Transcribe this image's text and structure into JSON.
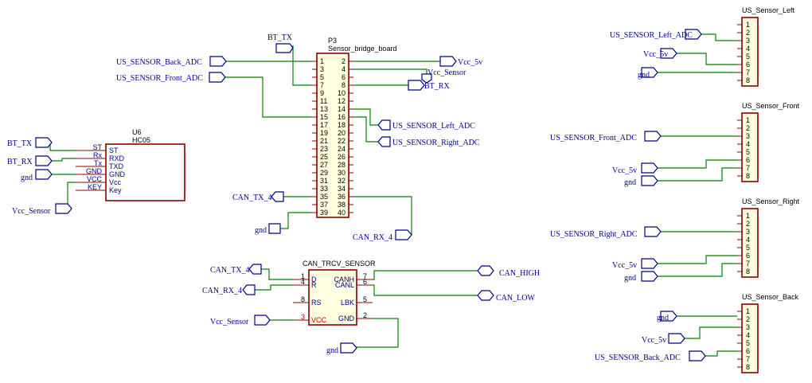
{
  "p3": {
    "ref": "P3",
    "value": "Sensor_bridge_board",
    "pins_left": [
      "1",
      "3",
      "5",
      "7",
      "9",
      "11",
      "13",
      "15",
      "17",
      "19",
      "21",
      "23",
      "25",
      "27",
      "29",
      "31",
      "33",
      "35",
      "37",
      "39"
    ],
    "pins_right": [
      "2",
      "4",
      "6",
      "8",
      "10",
      "12",
      "14",
      "16",
      "18",
      "20",
      "22",
      "24",
      "26",
      "28",
      "30",
      "32",
      "34",
      "36",
      "38",
      "40"
    ]
  },
  "u6": {
    "ref": "U6",
    "value": "HC05",
    "outer_names": [
      "ST",
      "Rx",
      "Tx",
      "GND",
      "VCC",
      "KEY"
    ],
    "inner_names": [
      "ST",
      "RXD",
      "TXD",
      "GND",
      "Vcc",
      "Key"
    ]
  },
  "can": {
    "value": "CAN_TRCV_SENSOR",
    "left_pins": [
      {
        "num": "1",
        "name": "D",
        "red": false
      },
      {
        "num": "4",
        "name": "R",
        "red": false
      },
      {
        "num": "8",
        "name": "RS",
        "red": false
      },
      {
        "num": "3",
        "name": "VCC",
        "red": true
      }
    ],
    "right_pins": [
      {
        "num": "7",
        "name": "CANH"
      },
      {
        "num": "6",
        "name": "CANL"
      },
      {
        "num": "5",
        "name": "LBK"
      },
      {
        "num": "2",
        "name": "GND"
      }
    ]
  },
  "connectors": [
    {
      "title": "US_Sensor_Left",
      "pins": [
        "1",
        "2",
        "3",
        "4",
        "5",
        "6",
        "7",
        "8"
      ]
    },
    {
      "title": "US_Sensor_Front",
      "pins": [
        "1",
        "2",
        "3",
        "4",
        "5",
        "6",
        "7",
        "8"
      ]
    },
    {
      "title": "US_Sensor_Right",
      "pins": [
        "1",
        "2",
        "3",
        "4",
        "5",
        "6",
        "7",
        "8"
      ]
    },
    {
      "title": "US_Sensor_Back",
      "pins": [
        "1",
        "2",
        "3",
        "4",
        "5",
        "6",
        "7",
        "8"
      ]
    }
  ],
  "net_labels": {
    "p3_bt_tx": "BT_TX",
    "p3_back_adc": "US_SENSOR_Back_ADC",
    "p3_front_adc": "US_SENSOR_Front_ADC",
    "p3_vcc_5v": "Vcc_5v",
    "p3_vcc_sensor": "Vcc_Sensor",
    "p3_bt_rx": "BT_RX",
    "p3_left_adc": "US_SENSOR_Left_ADC",
    "p3_right_adc": "US_SENSOR_Right_ADC",
    "p3_can_tx": "CAN_TX_4",
    "p3_gnd": "gnd",
    "p3_can_rx": "CAN_RX_4",
    "u6_bt_tx": "BT_TX",
    "u6_bt_rx": "BT_RX",
    "u6_gnd": "gnd",
    "u6_vcc": "Vcc_Sensor",
    "can_tx": "CAN_TX_4",
    "can_rx": "CAN_RX_4",
    "can_vcc": "Vcc_Sensor",
    "can_gnd": "gnd",
    "can_high": "CAN_HIGH",
    "can_low": "CAN_LOW",
    "left_adc": "US_SENSOR_Left_ADC",
    "left_vcc": "Vcc_5v",
    "left_gnd": "gnd",
    "front_adc": "US_SENSOR_Front_ADC",
    "front_vcc": "Vcc_5v",
    "front_gnd": "gnd",
    "right_adc": "US_SENSOR_Right_ADC",
    "right_vcc": "Vcc_5v",
    "right_gnd": "gnd",
    "back_gnd": "gnd",
    "back_vcc": "Vcc_5v",
    "back_adc": "US_SENSOR_Back_ADC"
  }
}
